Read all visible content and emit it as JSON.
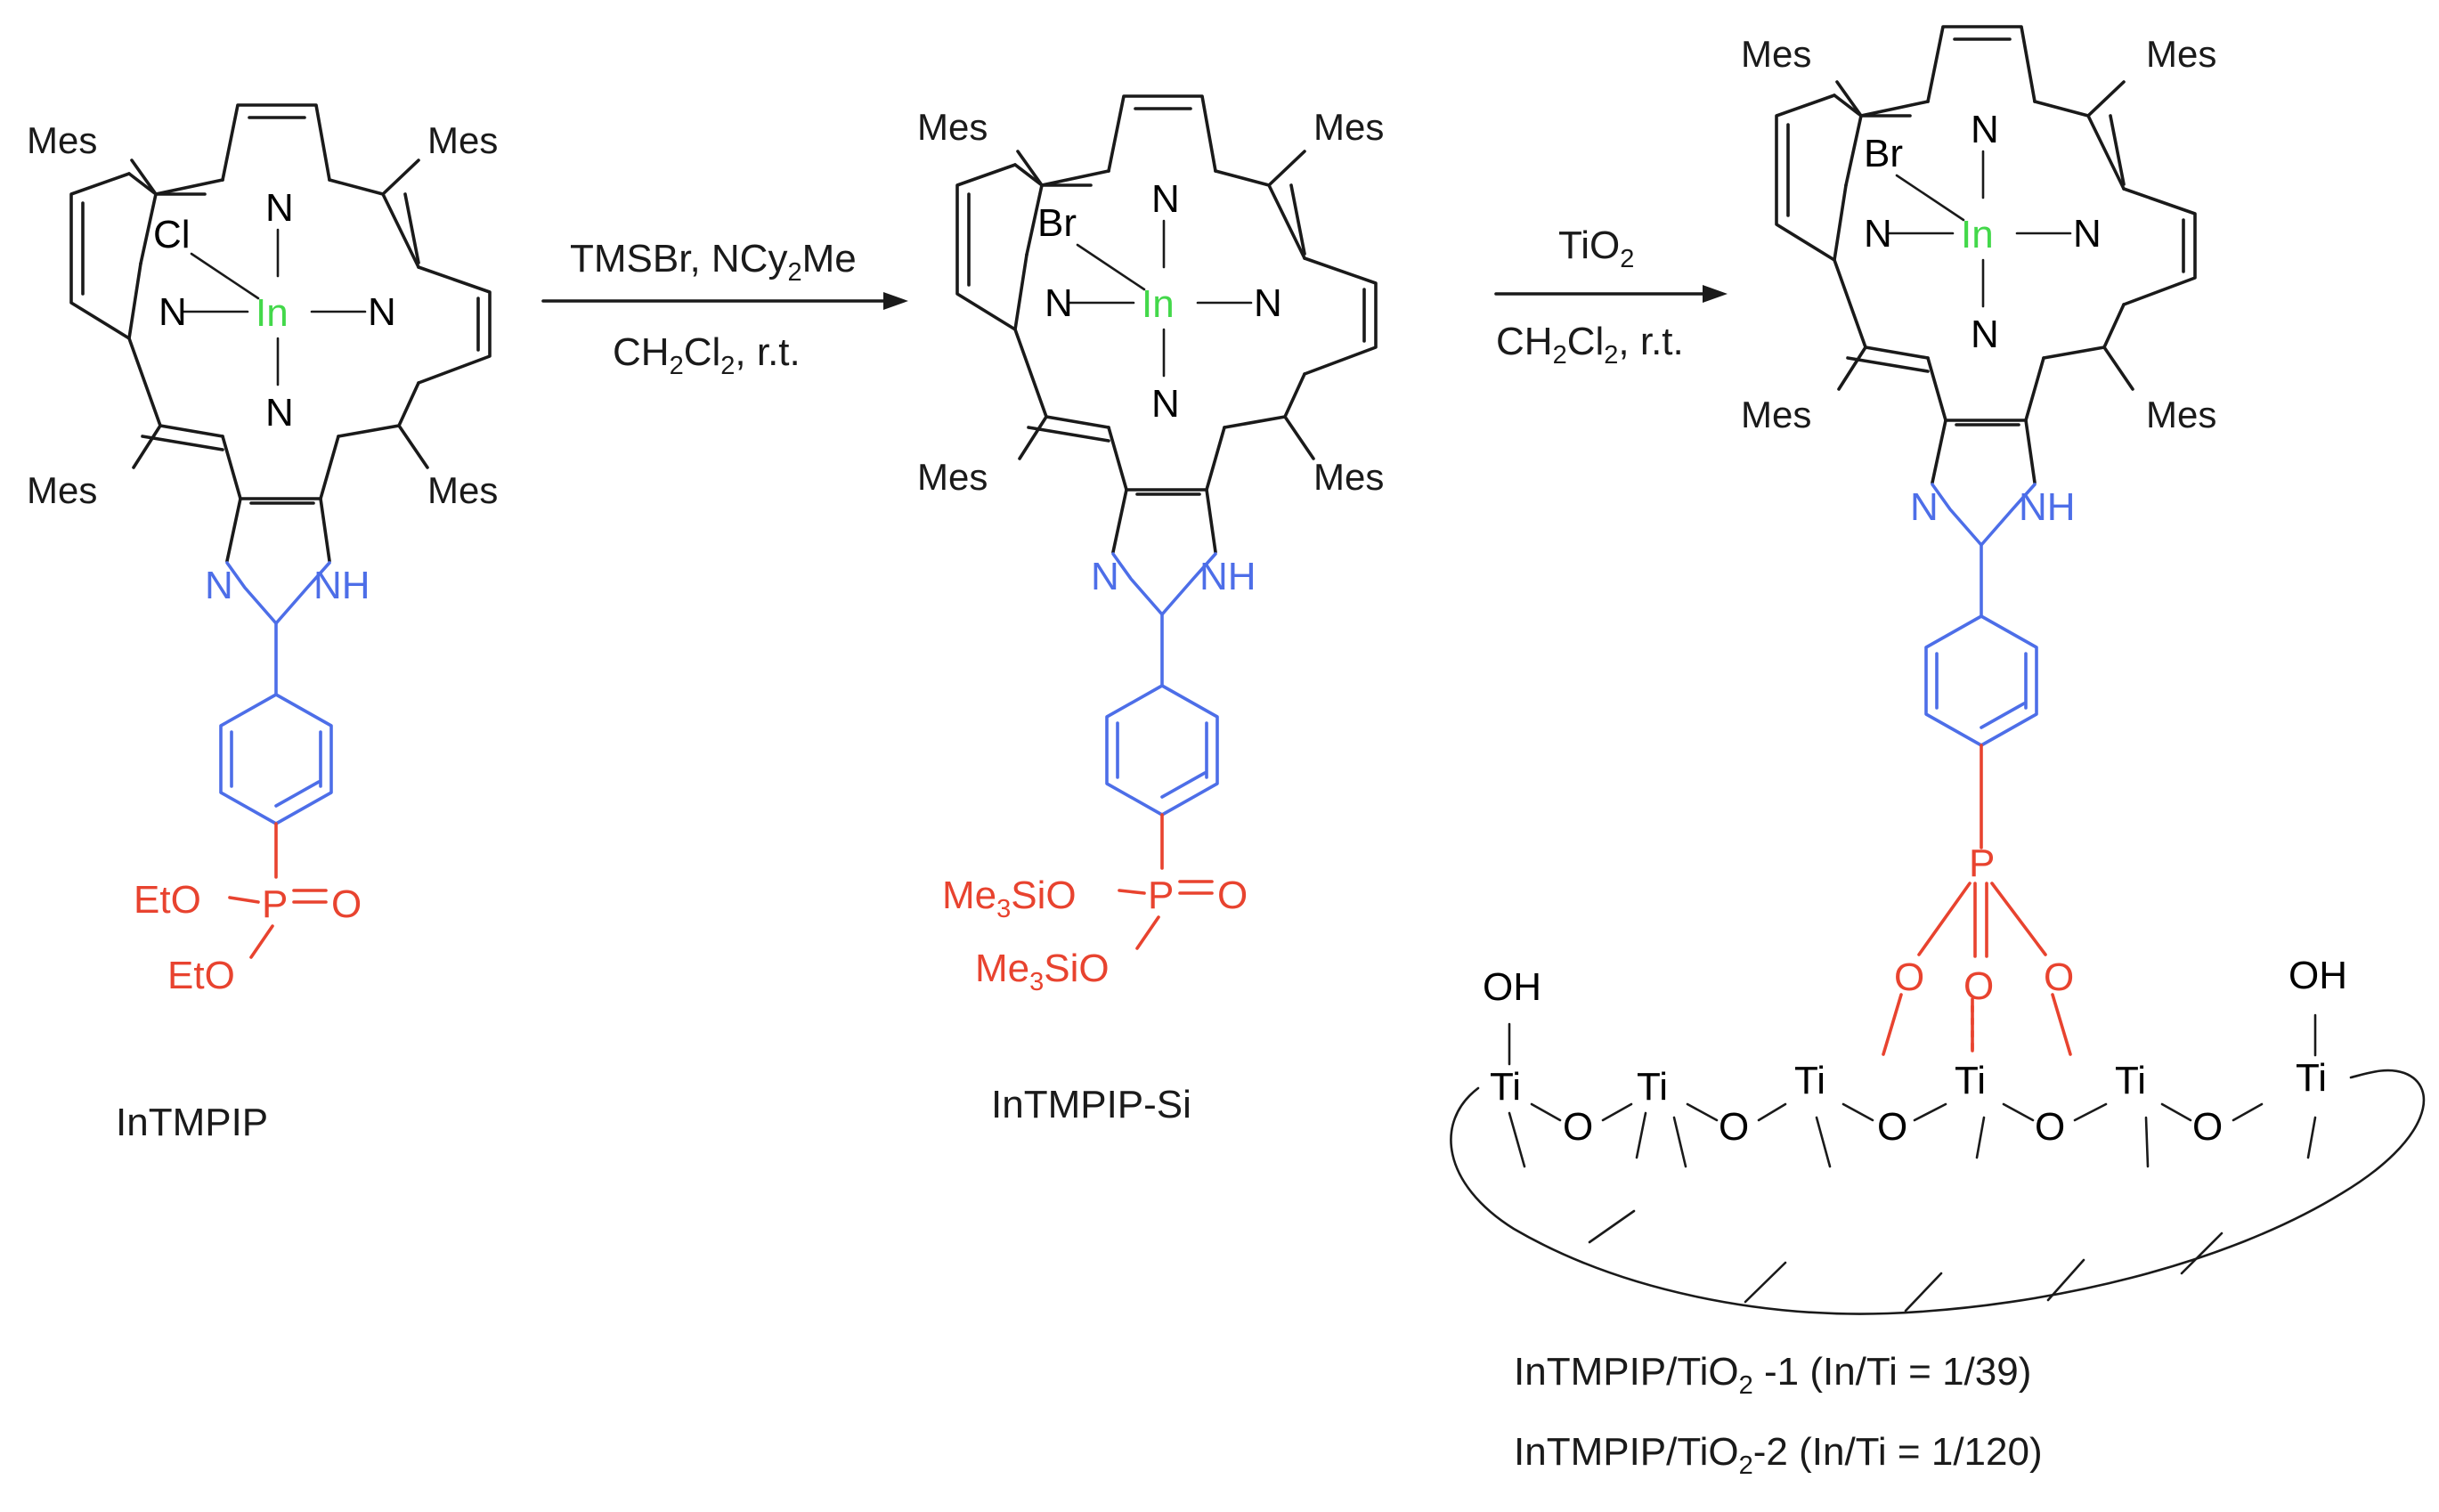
{
  "colors": {
    "bond": "#1a1a1a",
    "indium": "#43d84a",
    "imidazole_phenyl": "#4d6ee8",
    "phosphonate": "#e8432f"
  },
  "atoms": {
    "mes": "Mes",
    "n": "N",
    "in": "In",
    "cl": "Cl",
    "br": "Br",
    "nh": "NH",
    "p": "P",
    "o": "O",
    "ti": "Ti",
    "oh": "OH",
    "eto": "EtO",
    "me3sio_me": "Me",
    "me3sio_sub": "3",
    "me3sio_rest": "SiO"
  },
  "arrow1": {
    "top_a": "TMSBr, NCy",
    "top_sub": "2",
    "top_b": "Me",
    "bottom_a": "CH",
    "bottom_sub1": "2",
    "bottom_b": "Cl",
    "bottom_sub2": "2",
    "bottom_c": ", r.t."
  },
  "arrow2": {
    "top_a": "TiO",
    "top_sub": "2",
    "bottom_a": "CH",
    "bottom_sub1": "2",
    "bottom_b": "Cl",
    "bottom_sub2": "2",
    "bottom_c": ", r.t."
  },
  "compounds": {
    "first": "InTMPIP",
    "second": "InTMPIP-Si",
    "third_line1_a": "InTMPIP/TiO",
    "third_line1_sub": "2",
    "third_line1_b": " -1 (In/Ti = 1/39)",
    "third_line2_a": "InTMPIP/TiO",
    "third_line2_sub": "2",
    "third_line2_b": "-2 (In/Ti = 1/120)"
  }
}
